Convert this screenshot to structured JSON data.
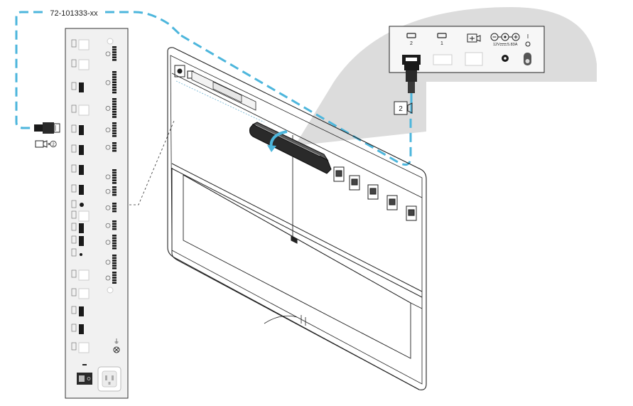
{
  "cable_part_number": "72-101333-xx",
  "camera_input_badge": "2",
  "camera_input_caption": "2",
  "panel_labels": {
    "hdmi_out_2": "2",
    "hdmi_out_1": "1",
    "power_voltage": "12V",
    "power_current": "5.83A",
    "power_switch": "I"
  },
  "colors": {
    "cable": "#4db6dc",
    "line": "#222222",
    "panel": "#f1f1f1",
    "zoom_bubble": "#dcdcdc",
    "port": "#1a1a1a"
  }
}
